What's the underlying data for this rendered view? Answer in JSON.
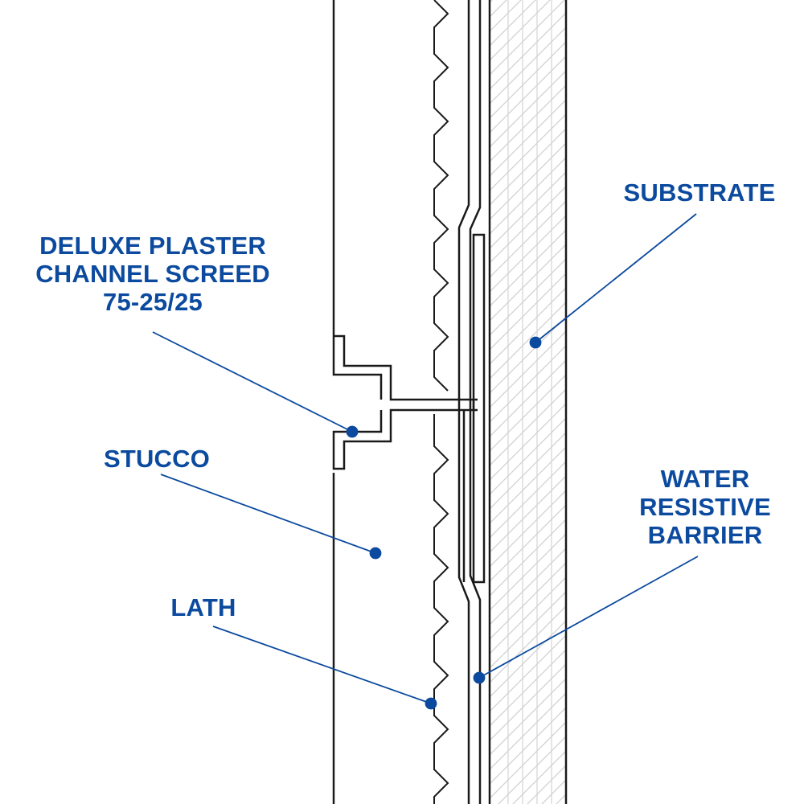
{
  "colors": {
    "label": "#0b4a9e",
    "line": "#1a1a1a",
    "leader": "#0b4a9e",
    "hatch": "#c8c8c8",
    "background": "#ffffff"
  },
  "labels": {
    "screed": {
      "lines": [
        "DELUXE PLASTER",
        "CHANNEL SCREED",
        "75-25/25"
      ]
    },
    "stucco": {
      "lines": [
        "STUCCO"
      ]
    },
    "lath": {
      "lines": [
        "LATH"
      ]
    },
    "substrate": {
      "lines": [
        "SUBSTRATE"
      ]
    },
    "wrb": {
      "lines": [
        "WATER",
        "RESISTIVE",
        "BARRIER"
      ]
    }
  }
}
